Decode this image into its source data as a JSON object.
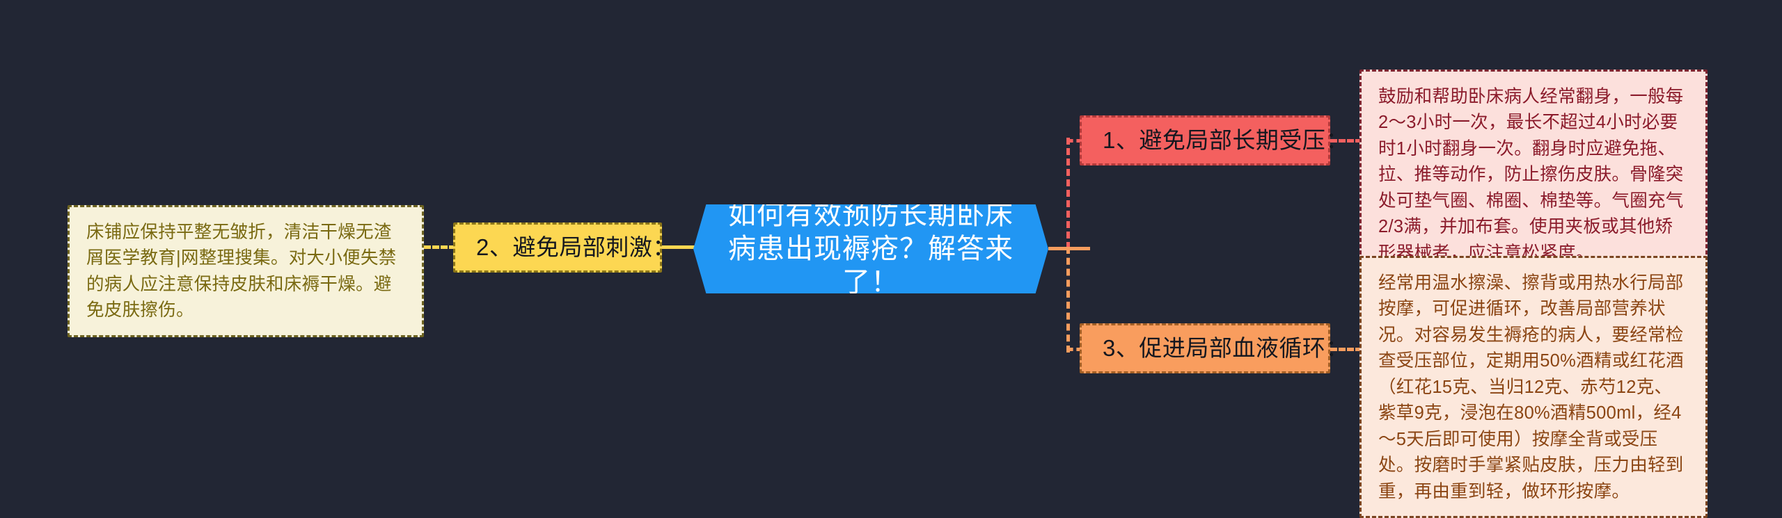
{
  "theme": {
    "background": "#222634",
    "center_fill": "#2196F3",
    "center_text": "#FFFFFF",
    "branch1_fill": "#F4605F",
    "branch2_fill": "#FCD752",
    "branch3_fill": "#F99D5E",
    "panel1_fill": "#FCE0DC",
    "panel1_text": "#8B1B2B",
    "panel2_fill": "#F7F2DA",
    "panel2_text": "#7A6A12",
    "panel3_fill": "#FCE8DC",
    "panel3_text": "#8B4513"
  },
  "center": {
    "title": "如何有效预防长期卧床病患出现褥疮？解答来了！"
  },
  "branches": [
    {
      "label": "1、避免局部长期受压：",
      "detail": "鼓励和帮助卧床病人经常翻身，一般每2～3小时一次，最长不超过4小时必要时1小时翻身一次。翻身时应避免拖、拉、推等动作，防止擦伤皮肤。骨隆突处可垫气圈、棉圈、棉垫等。气圈充气2/3满，并加布套。使用夹板或其他矫形器械者，应注意松紧度。"
    },
    {
      "label": "2、避免局部刺激：",
      "detail": "床铺应保持平整无皱折，清洁干燥无渣屑医学教育|网整理搜集。对大小便失禁的病人应注意保持皮肤和床褥干燥。避免皮肤擦伤。"
    },
    {
      "label": "3、促进局部血液循环：",
      "detail": "经常用温水擦澡、擦背或用热水行局部按摩，可促进循环，改善局部营养状况。对容易发生褥疮的病人，要经常检查受压部位，定期用50%酒精或红花酒（红花15克、当归12克、赤芍12克、紫草9克，浸泡在80%酒精500ml，经4～5天后即可使用）按摩全背或受压处。按磨时手掌紧贴皮肤，压力由轻到重，再由重到轻，做环形按摩。"
    }
  ]
}
